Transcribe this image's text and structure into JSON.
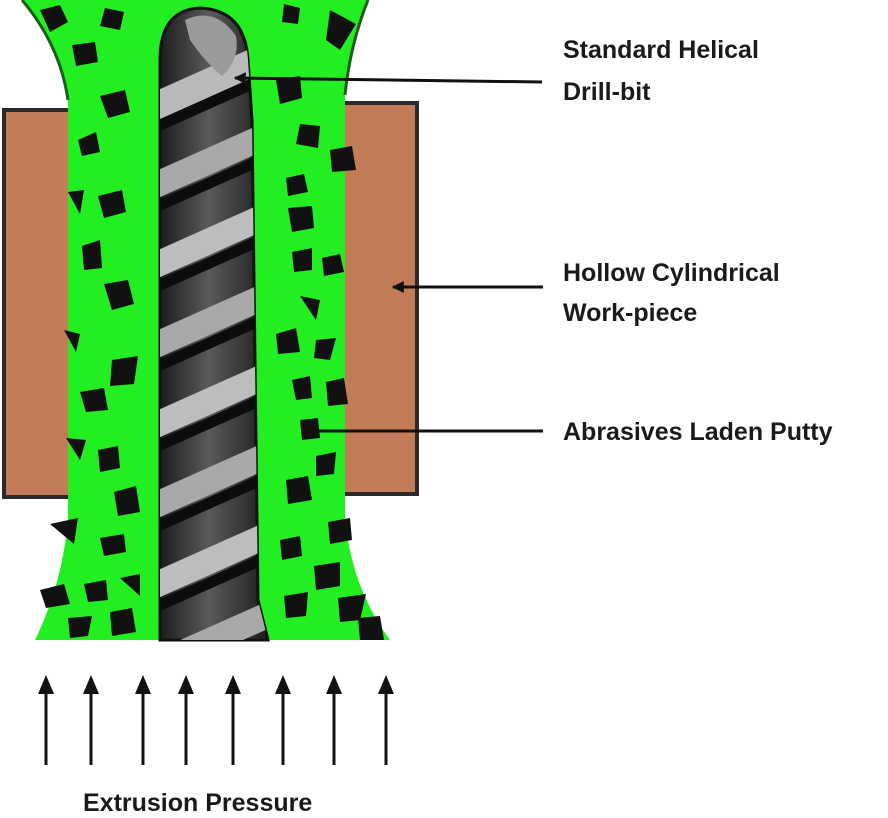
{
  "labels": {
    "drill_bit": {
      "line1": "Standard Helical",
      "line2": "Drill-bit"
    },
    "workpiece": {
      "line1": "Hollow Cylindrical",
      "line2": "Work-piece"
    },
    "putty": "Abrasives Laden Putty",
    "pressure": "Extrusion Pressure"
  },
  "colors": {
    "putty": "#22ee22",
    "workpiece": "#c27c58",
    "workpiece_border": "#2a2a2a",
    "abrasive": "#111111",
    "drill_dark": "#2d2d2d",
    "drill_light": "#b9b9b9",
    "arrow": "#111111"
  },
  "icons": [
    "drill-bit-icon",
    "abrasive-particle-icon",
    "up-arrow-icon"
  ]
}
